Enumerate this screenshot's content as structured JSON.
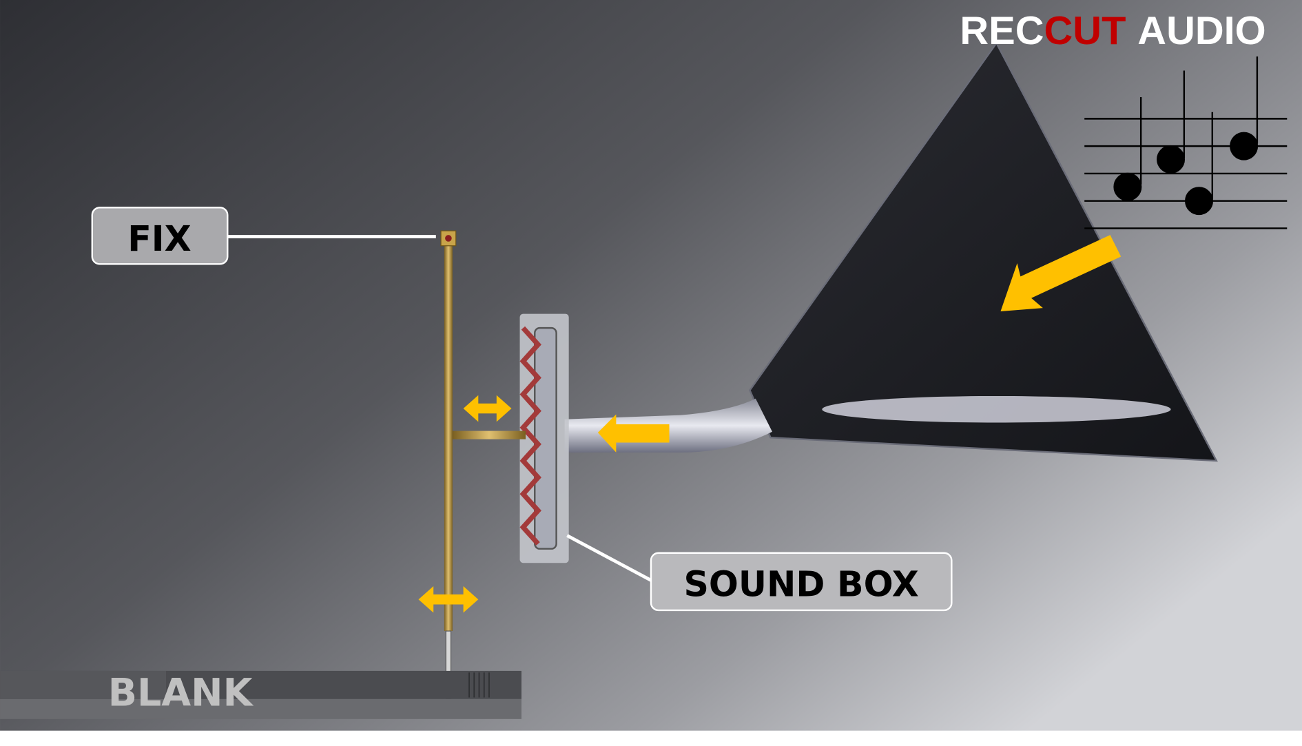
{
  "logo": {
    "part1": "REC",
    "part2": "CUT",
    "part3": "AUDIO",
    "accent_color": "#c00000"
  },
  "labels": {
    "fix": "FIX",
    "sound_box": "SOUND BOX",
    "blank": "BLANK"
  },
  "colors": {
    "arrow": "#ffc000",
    "horn": "#1b1c21",
    "rod": "#b8953a"
  },
  "icons": [
    "music-notes-icon",
    "double-arrow-icon",
    "arrow-icon"
  ]
}
